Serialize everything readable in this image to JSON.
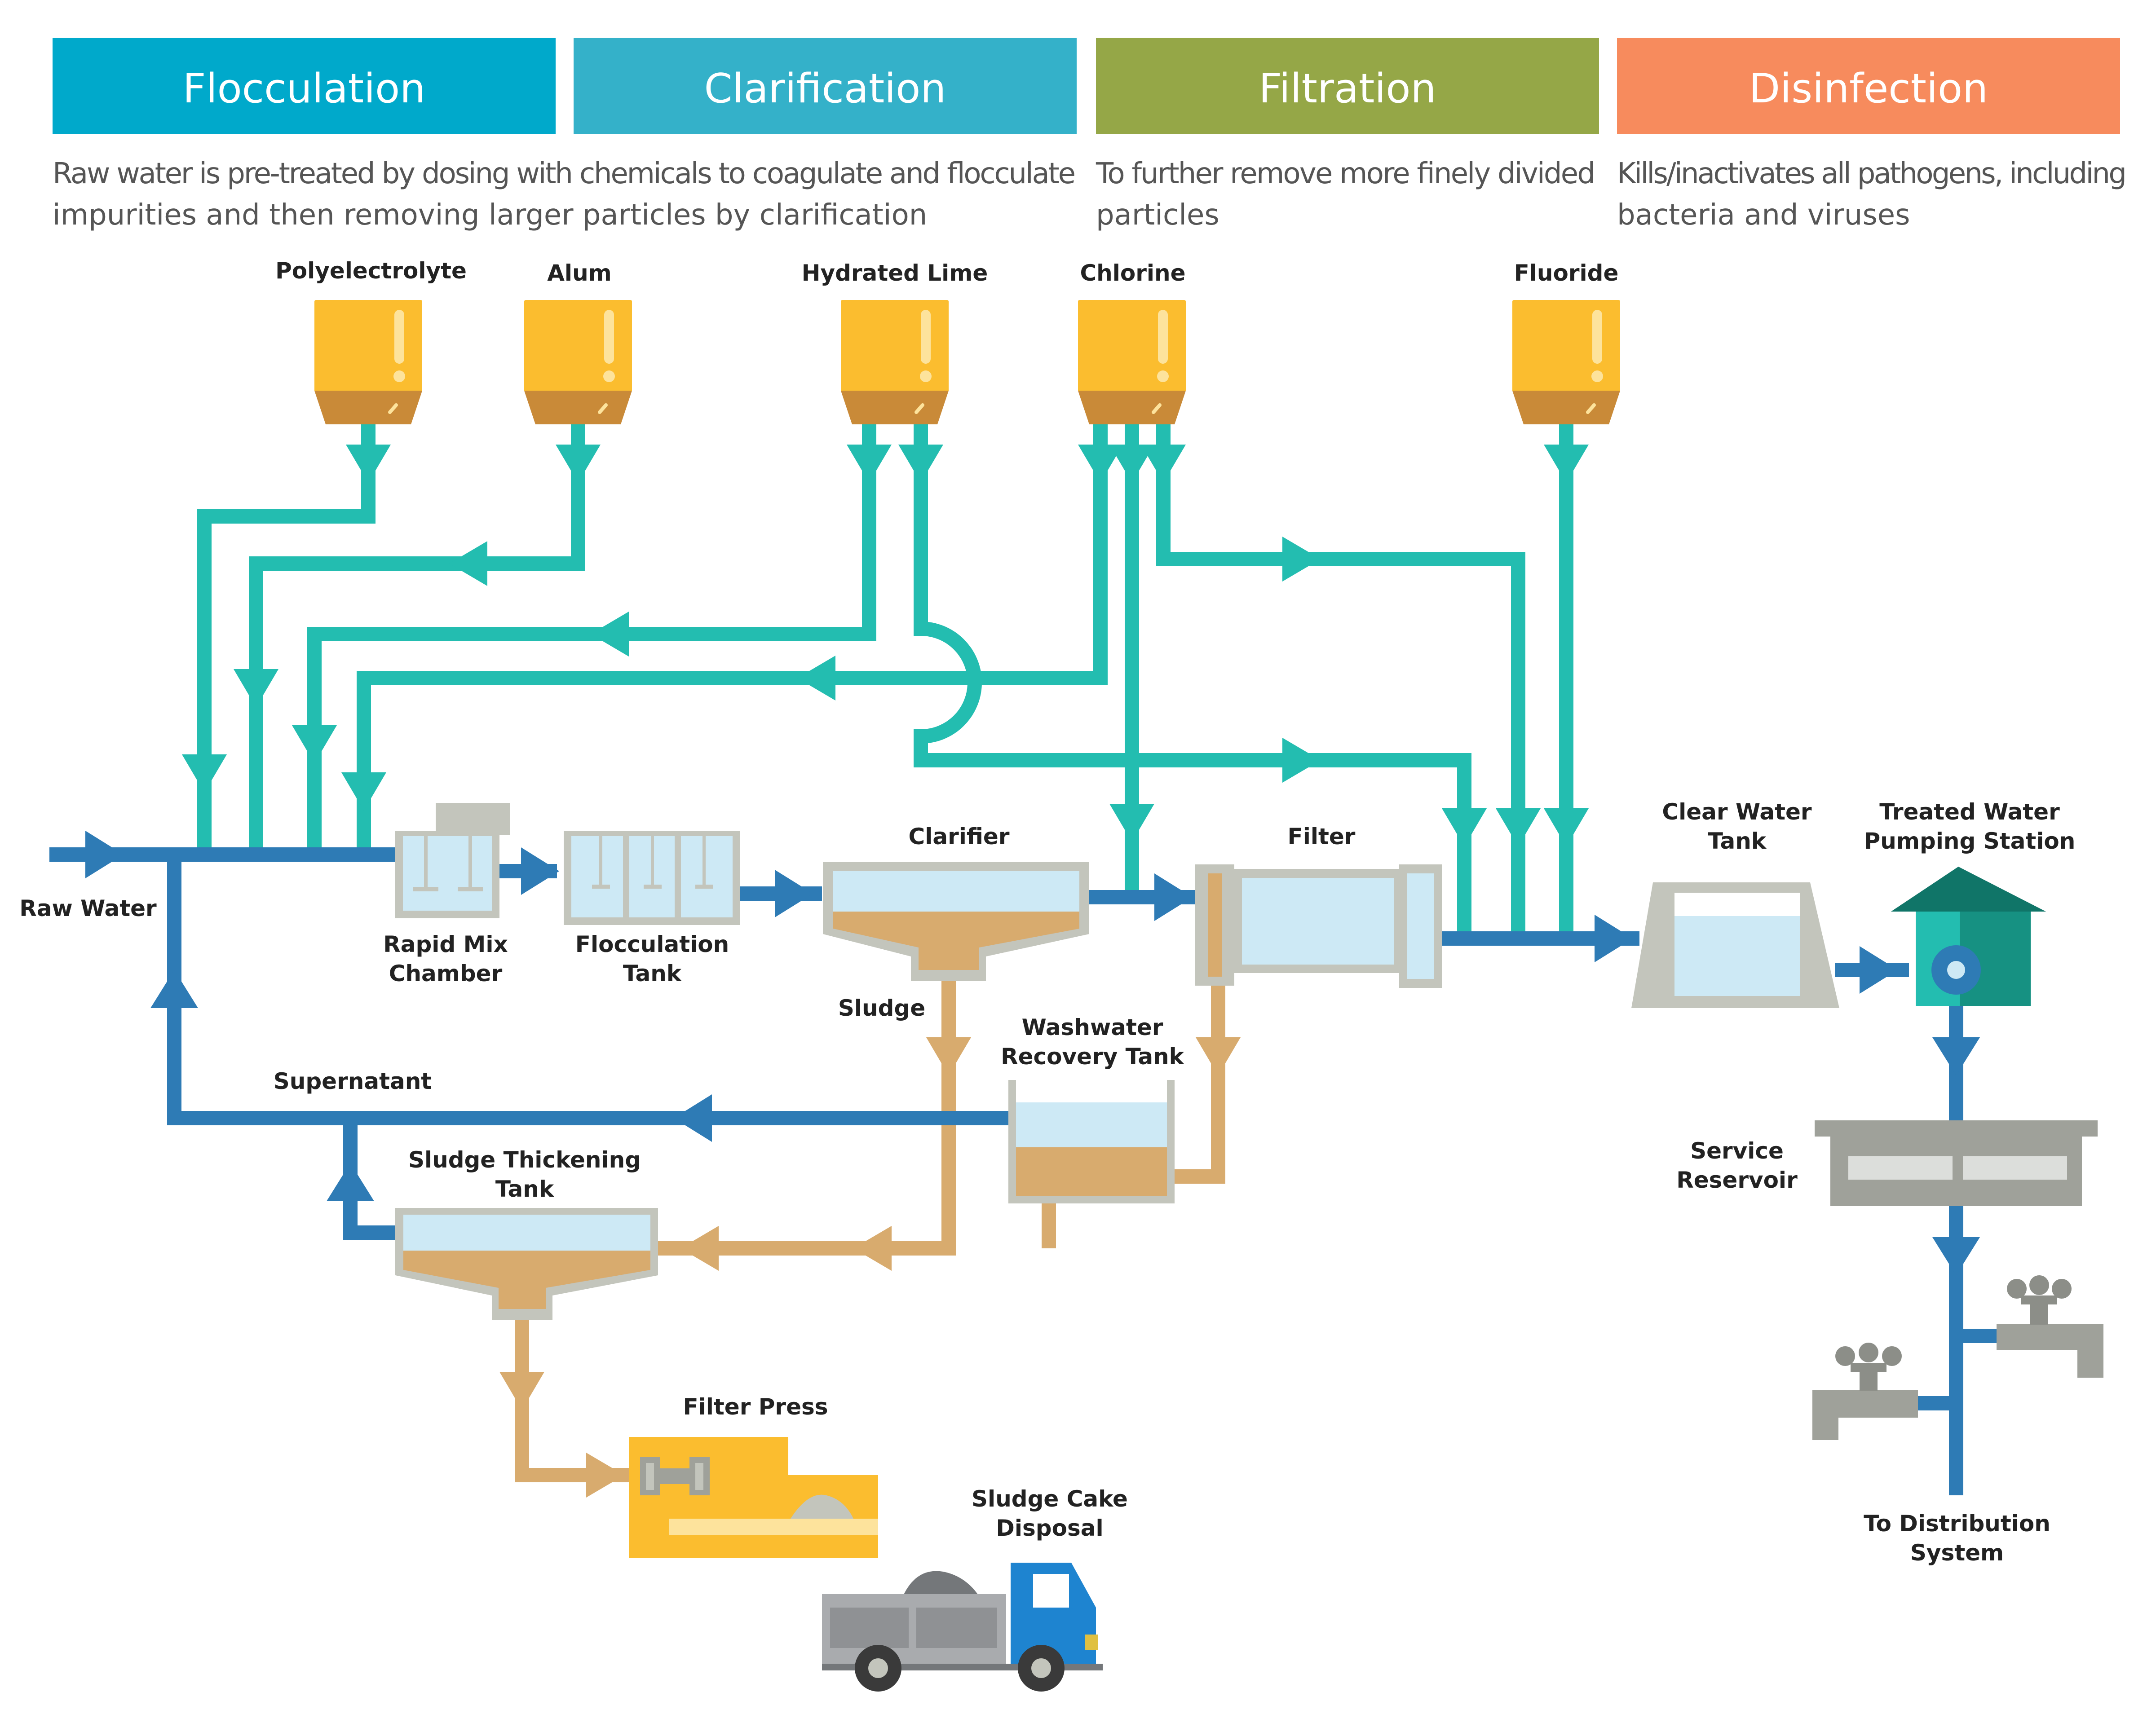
{
  "colors": {
    "flocculation": "#00a9cb",
    "clarification": "#34b1c9",
    "filtration": "#95a747",
    "disinfection": "#f78b5d",
    "chemical_line": "#23bdb0",
    "water_line": "#2e7bb5",
    "sludge_line": "#d8ab6e",
    "chemical_tank": "#fbbd2f",
    "tank_frame": "#c3c5bc",
    "water_fill": "#cde9f5"
  },
  "stages": [
    {
      "title": "Flocculation"
    },
    {
      "title": "Clarification"
    },
    {
      "title": "Filtration"
    },
    {
      "title": "Disinfection"
    }
  ],
  "descriptions": {
    "pretreat": [
      "Raw water is pre-treated by dosing with chemicals to coagulate and flocculate",
      "impurities and then removing larger particles by clarification"
    ],
    "filtration": [
      "To further remove more finely divided",
      "particles"
    ],
    "disinfection": [
      "Kills/inactivates all pathogens, including",
      "bacteria and viruses"
    ]
  },
  "chemicals": [
    "Polyelectrolyte",
    "Alum",
    "Hydrated Lime",
    "Chlorine",
    "Fluoride"
  ],
  "labels": {
    "raw_water": "Raw Water",
    "rapid_mix": [
      "Rapid Mix",
      "Chamber"
    ],
    "flocculation_tank": [
      "Flocculation",
      "Tank"
    ],
    "clarifier": "Clarifier",
    "sludge": "Sludge",
    "filter": "Filter",
    "washwater": [
      "Washwater",
      "Recovery Tank"
    ],
    "supernatant": "Supernatant",
    "sludge_thickening": [
      "Sludge Thickening",
      "Tank"
    ],
    "filter_press": "Filter Press",
    "sludge_cake": [
      "Sludge Cake",
      "Disposal"
    ],
    "clear_water": [
      "Clear Water",
      "Tank"
    ],
    "pumping_station": [
      "Treated Water",
      "Pumping Station"
    ],
    "service_reservoir": [
      "Service",
      "Reservoir"
    ],
    "distribution": [
      "To Distribution",
      "System"
    ]
  }
}
